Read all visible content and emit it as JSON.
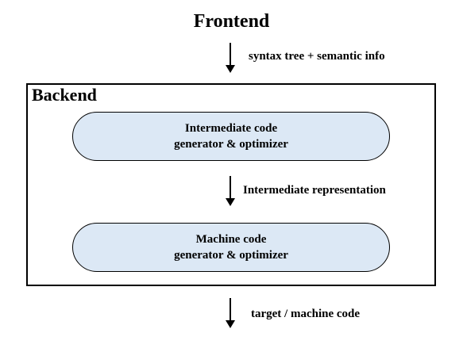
{
  "frontend": {
    "title": "Frontend"
  },
  "edges": {
    "to_backend": "syntax tree + semantic info",
    "between_stages": "Intermediate representation",
    "output": "target / machine code"
  },
  "backend": {
    "title": "Backend",
    "stages": [
      {
        "line1": "Intermediate code",
        "line2": "generator & optimizer"
      },
      {
        "line1": "Machine code",
        "line2": "generator & optimizer"
      }
    ]
  },
  "colors": {
    "stage_fill": "#dce8f5",
    "stroke": "#000000"
  }
}
